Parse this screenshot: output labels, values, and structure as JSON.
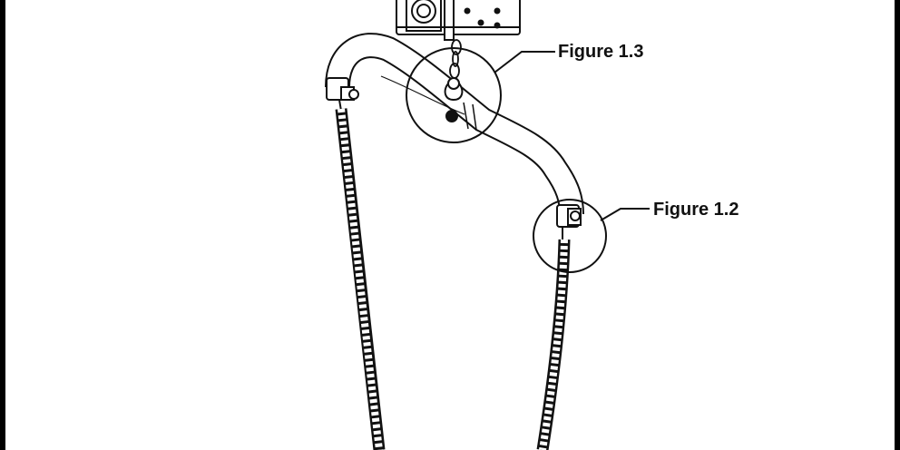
{
  "diagram": {
    "callouts": [
      {
        "id": "fig13",
        "label": "Figure 1.3"
      },
      {
        "id": "fig12",
        "label": "Figure 1.2"
      }
    ],
    "colors": {
      "frame": "#000000",
      "line": "#111111",
      "background": "#ffffff"
    }
  }
}
